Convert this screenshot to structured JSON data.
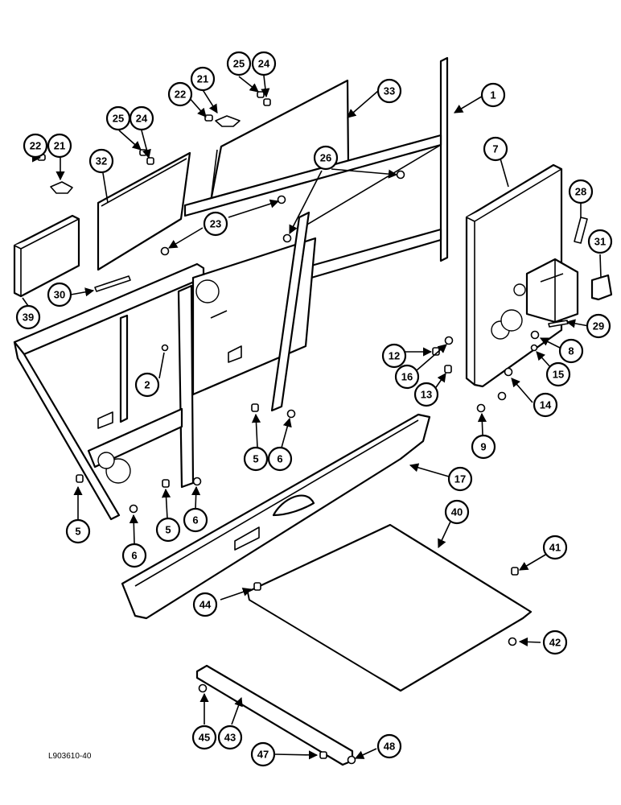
{
  "drawing_ref": "L903610-40",
  "callouts": [
    "1",
    "2",
    "5",
    "5",
    "5",
    "6",
    "6",
    "6",
    "7",
    "8",
    "9",
    "12",
    "13",
    "14",
    "15",
    "16",
    "17",
    "21",
    "21",
    "22",
    "22",
    "23",
    "24",
    "24",
    "25",
    "25",
    "26",
    "28",
    "29",
    "30",
    "31",
    "32",
    "33",
    "39",
    "40",
    "41",
    "42",
    "43",
    "44",
    "45",
    "47",
    "48"
  ]
}
